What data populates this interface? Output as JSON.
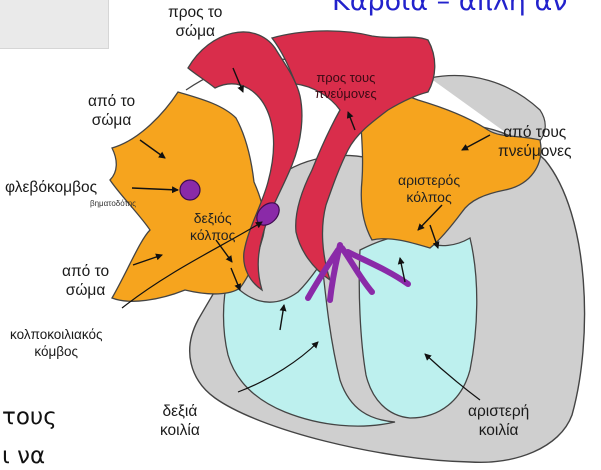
{
  "slide": {
    "title": "Καρδιά – απλή αν",
    "body_fragment_1": "τους",
    "body_fragment_2": "ι να"
  },
  "labels": {
    "to_body": "προς το\nσώμα",
    "to_lungs": "προς τους\nπνεύμονες",
    "from_body_top": "από το\nσώμα",
    "from_lungs": "από τους\nπνεύμονες",
    "sa_node": "φλεβόκομβος",
    "pacemaker": "βηματοδότης",
    "right_atrium": "δεξιός\nκόλπος",
    "left_atrium": "αριστερός\nκόλπος",
    "from_body_bottom": "από το\nσώμα",
    "av_node": "κολποκοιλιακός\nκόμβος",
    "right_ventricle": "δεξιά\nκοιλία",
    "left_ventricle": "αριστερή\nκοιλία"
  },
  "colors": {
    "title_blue": "#2222cc",
    "atria_orange": "#f6a41e",
    "vessels_red": "#d92d4b",
    "ventricles_cyan": "#bdf0ee",
    "muscle_gray": "#cfcfcf",
    "nodes_purple": "#8a2aa8"
  }
}
